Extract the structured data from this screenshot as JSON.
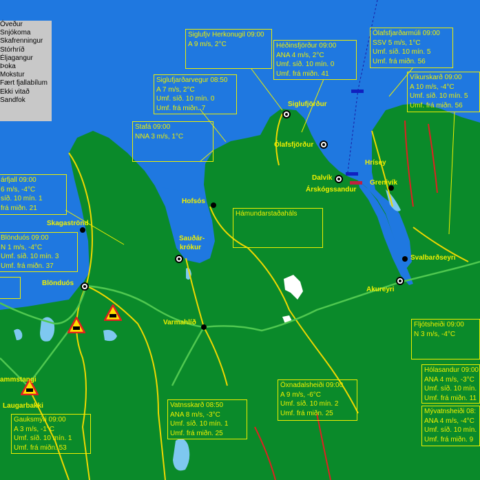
{
  "legend": {
    "items": [
      "Óveður",
      "Snjókoma",
      "Skafrenningur",
      "Stórhríð",
      "Éljagangur",
      "Þoka",
      "Mokstur",
      "Fært fjallabílum",
      "Ekki vitað",
      "Sandfok"
    ]
  },
  "stations": [
    {
      "id": "siglufjv",
      "name": "Siglufjv Herkonugil 09:00",
      "wind": "A 9 m/s, 2°C",
      "avg": "",
      "dev": ""
    },
    {
      "id": "hedinsfjordur",
      "name": "Héðinsfjörður 09:00",
      "wind": "ANA 4 m/s, 2°C",
      "avg": "Umf. síð. 10 mín. 0",
      "dev": "Umf. frá miðn. 41"
    },
    {
      "id": "olafsfjardarmuli",
      "name": "Ólafsfjarðarmúli 09:00",
      "wind": "SSV 5 m/s, 1°C",
      "avg": "Umf. síð. 10 mín. 5",
      "dev": "Umf. frá miðn. 56"
    },
    {
      "id": "siglufjardarvegur",
      "name": "Siglufjarðarvegur 08:50",
      "wind": "A 7 m/s, 2°C",
      "avg": "Umf. síð. 10 mín. 0",
      "dev": "Umf. frá miðn. 7"
    },
    {
      "id": "vikurskard",
      "name": "Víkurskarð 09:00",
      "wind": "A 10 m/s, -4°C",
      "avg": "Umf. síð. 10 mín. 5",
      "dev": "Umf. frá miðn. 56"
    },
    {
      "id": "stafa",
      "name": "Stafá 09:00",
      "wind": "NNA 3 m/s, 1°C",
      "avg": "",
      "dev": ""
    },
    {
      "id": "thverarfjall",
      "name": "árfjall 09:00",
      "wind": "6 m/s, -4°C",
      "avg": "síð. 10 mín. 1",
      "dev": "frá miðn. 21"
    },
    {
      "id": "hamundarstadahals",
      "name": "Hámundarstaðaháls",
      "wind": "",
      "avg": "",
      "dev": ""
    },
    {
      "id": "blonduos",
      "name": "Blönduós 09:00",
      "wind": "N 1 m/s, -4°C",
      "avg": "Umf. síð. 10 mín. 3",
      "dev": "Umf. frá miðn. 37"
    },
    {
      "id": "fljotsheidi",
      "name": "Fljótsheiði 09:00",
      "wind": "N 3 m/s, -4°C",
      "avg": "",
      "dev": ""
    },
    {
      "id": "oxnadalsheidi",
      "name": "Öxnadalsheiði 09:00",
      "wind": "A 9 m/s, -6°C",
      "avg": "Umf. síð. 10 mín. 2",
      "dev": "Umf. frá miðn. 25"
    },
    {
      "id": "holasandur",
      "name": "Hólasandur 09:00",
      "wind": "ANA 4 m/s, -3°C",
      "avg": "Umf. síð. 10 mín.",
      "dev": "Umf. frá miðn. 11"
    },
    {
      "id": "vatnsskard",
      "name": "Vatnsskarð 08:50",
      "wind": "ANA 8 m/s, -3°C",
      "avg": "Umf. síð. 10 mín. 1",
      "dev": "Umf. frá miðn. 25"
    },
    {
      "id": "myvatnsheidi",
      "name": "Mývatnsheiði 08:",
      "wind": "ANA 4 m/s, -4°C",
      "avg": "Umf. síð. 10 mín.",
      "dev": "Umf. frá miðn. 9"
    },
    {
      "id": "gauksmyri",
      "name": "Gauksmýri 09:00",
      "wind": "A 3 m/s, -1°C",
      "avg": "Umf. síð. 10 mín. 1",
      "dev": "Umf. frá miðn. 53"
    }
  ],
  "places": {
    "siglufjordur": "Siglufjörður",
    "olafsfjordur": "Ólafsfjörður",
    "hrisey": "Hrísey",
    "dalvik": "Dalvík",
    "arskogssandur": "Árskógssandur",
    "grenivik": "Grenivík",
    "hofsos": "Hofsós",
    "skagastrond": "Skagaströnd",
    "saudarkrokur1": "Sauðár-",
    "saudarkrokur2": "krókur",
    "svalbardseyri": "Svalbarðseyri",
    "blonduos": "Blönduós",
    "akureyri": "Akureyri",
    "varmahlid": "Varmahlíð",
    "hvammstangi": "ammstangi",
    "laugarbakki": "Laugarbakki"
  },
  "colors": {
    "sea": "#1f78e0",
    "land": "#0a8a2a",
    "road": "#f0d800",
    "box_text": "#f0f000",
    "highlight_road": "#50c850",
    "closed_road": "#e02020"
  }
}
